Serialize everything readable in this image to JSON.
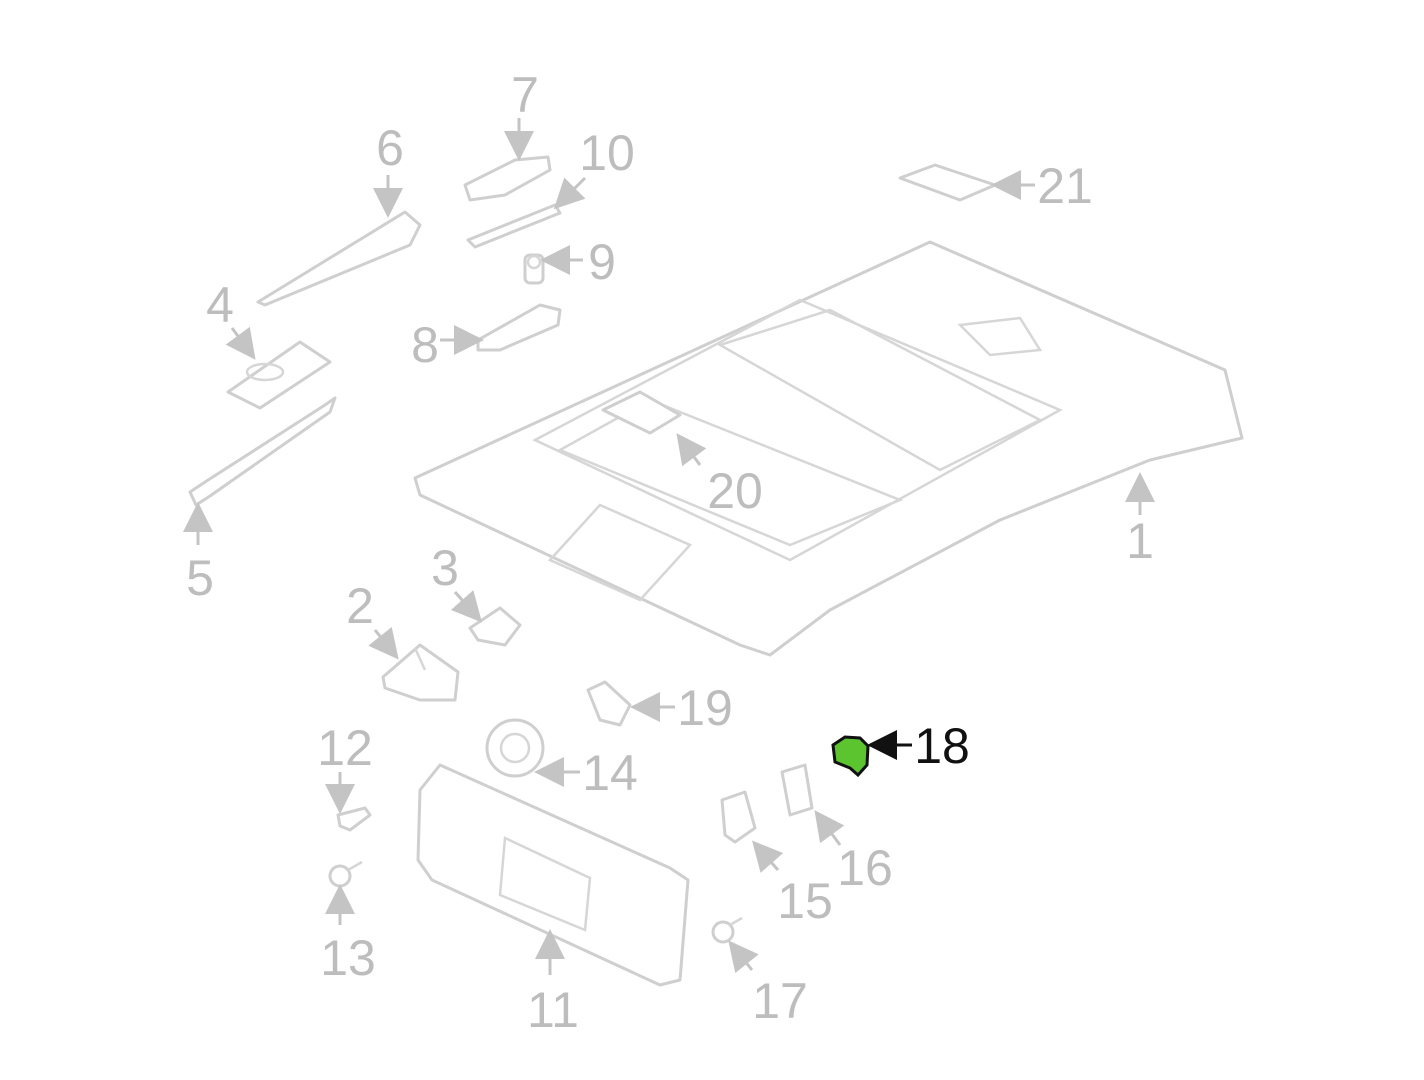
{
  "title": "Headliner & Components parts diagram",
  "highlight_color": "#5cc42f",
  "highlighted_part": "18",
  "callouts": [
    "1",
    "2",
    "3",
    "4",
    "5",
    "6",
    "7",
    "8",
    "9",
    "10",
    "11",
    "12",
    "13",
    "14",
    "15",
    "16",
    "17",
    "18",
    "19",
    "20",
    "21"
  ]
}
